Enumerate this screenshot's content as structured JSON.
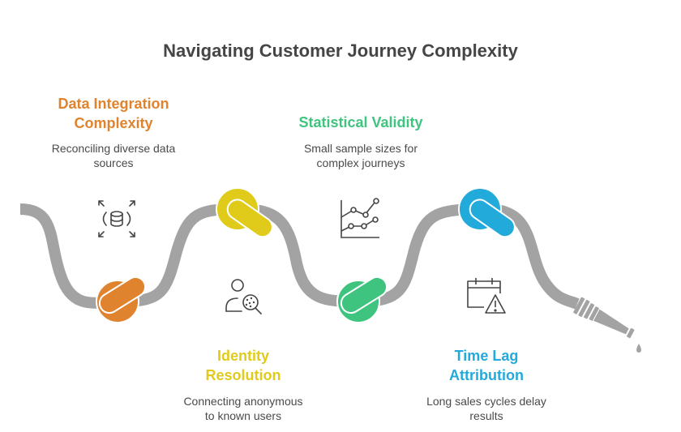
{
  "title": "Navigating Customer Journey Complexity",
  "colors": {
    "orange": "#E0832F",
    "yellow": "#E0CB1A",
    "green": "#3EC47F",
    "blue": "#22AADB",
    "rope": "#A3A3A3",
    "icon": "#454545"
  },
  "items": [
    {
      "title_line1": "Data Integration",
      "title_line2": "Complexity",
      "desc_line1": "Reconciling diverse data",
      "desc_line2": "sources",
      "icon": "database-expand-icon",
      "color": "orange"
    },
    {
      "title_line1": "Identity",
      "title_line2": "Resolution",
      "desc_line1": "Connecting anonymous",
      "desc_line2": "to known users",
      "icon": "user-search-icon",
      "color": "yellow"
    },
    {
      "title_line1": "Statistical Validity",
      "title_line2": "",
      "desc_line1": "Small sample sizes for",
      "desc_line2": "complex journeys",
      "icon": "line-chart-icon",
      "color": "green"
    },
    {
      "title_line1": "Time Lag",
      "title_line2": "Attribution",
      "desc_line1": "Long sales cycles delay",
      "desc_line2": "results",
      "icon": "calendar-warning-icon",
      "color": "blue"
    }
  ]
}
